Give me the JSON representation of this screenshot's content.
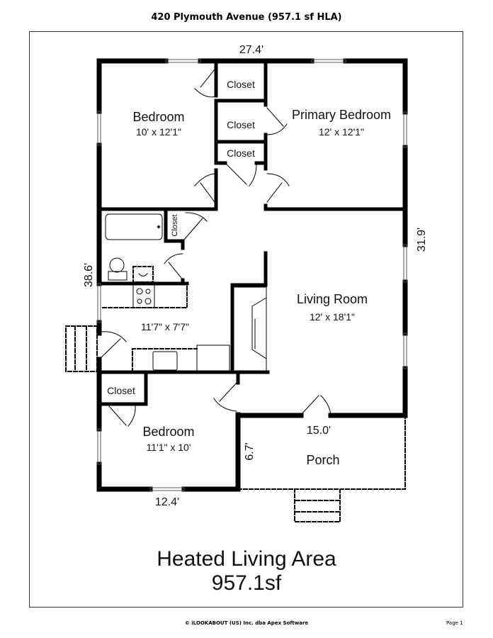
{
  "header": {
    "title": "420 Plymouth Avenue (957.1 sf HLA)"
  },
  "dimensions": {
    "top": "27.4'",
    "right": "31.9'",
    "left": "38.6'",
    "porch_top": "15.0'",
    "porch_left": "6.7'",
    "bottom": "12.4'"
  },
  "rooms": {
    "bedroom1": {
      "name": "Bedroom",
      "size": "10' x 12'1\""
    },
    "primary": {
      "name": "Primary Bedroom",
      "size": "12' x 12'1\""
    },
    "closet1": {
      "name": "Closet"
    },
    "closet2": {
      "name": "Closet"
    },
    "closet3": {
      "name": "Closet"
    },
    "closet4": {
      "name": "Closet"
    },
    "closet5": {
      "name": "Closet"
    },
    "kitchen": {
      "size": "11'7\" x 7'7\""
    },
    "living": {
      "name": "Living Room",
      "size": "12' x 18'1\""
    },
    "bedroom2": {
      "name": "Bedroom",
      "size": "11'1\" x 10'"
    },
    "porch": {
      "name": "Porch"
    }
  },
  "summary": {
    "label": "Heated Living Area",
    "value": "957.1sf"
  },
  "footer": {
    "copyright": "© iLOOKABOUT (US) Inc. dba Apex Software",
    "page": "Page 1"
  }
}
